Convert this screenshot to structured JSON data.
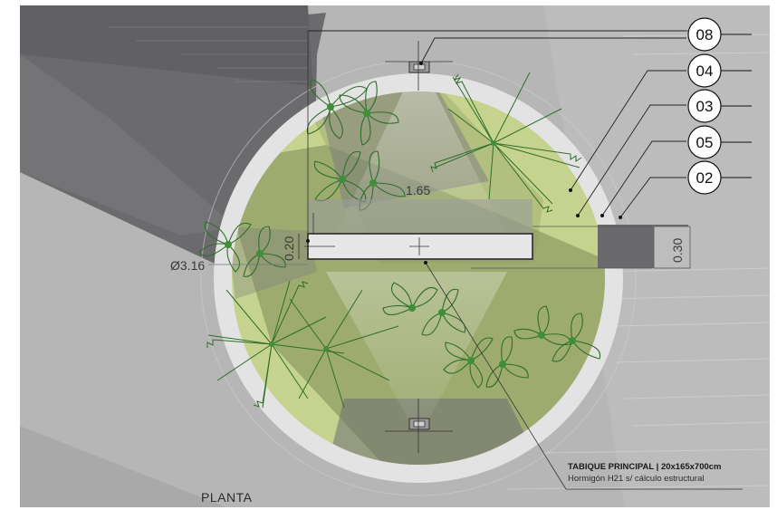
{
  "drawing": {
    "title": "PLANTA",
    "dimensions": {
      "wall_length": "1.65",
      "wall_thickness": "0.20",
      "diameter": "Ø3.16",
      "side_thickness": "0.30"
    },
    "callouts": [
      {
        "tag": "08"
      },
      {
        "tag": "04"
      },
      {
        "tag": "03"
      },
      {
        "tag": "05"
      },
      {
        "tag": "02"
      }
    ],
    "note": {
      "line1": "TABIQUE PRINCIPAL | 20x165x700cm",
      "line2": "Hormigón H21 s/ cálculo estructural"
    }
  },
  "colors": {
    "background": "#b9b9b9",
    "shadow": "#6a6a6c",
    "lawn": "#c6d38f",
    "ring": "#e2e2e2",
    "plant": "#2f6e2a",
    "plant_center": "#3e8e3a"
  }
}
